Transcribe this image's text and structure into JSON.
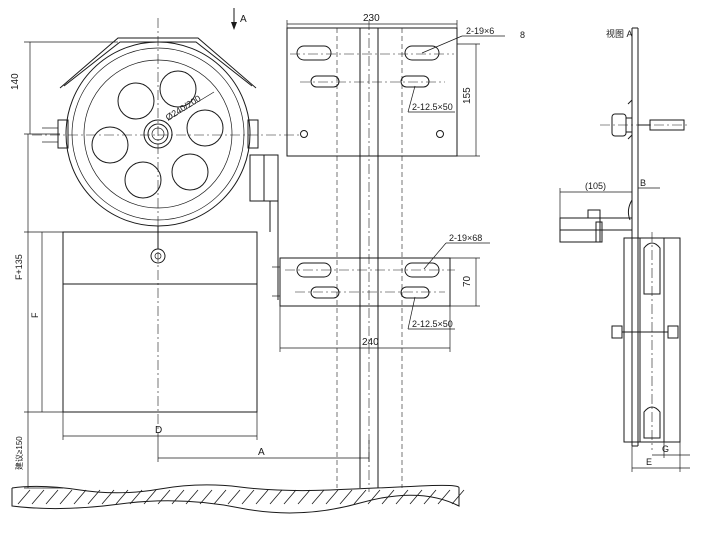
{
  "labels": {
    "view_arrow": "A",
    "view_a_title": "视图 A",
    "sheet_mark": "8",
    "dim_230": "230",
    "dim_140": "140",
    "dim_155": "155",
    "dim_70": "70",
    "dim_240": "240",
    "slot_top": "2-19×6",
    "slot_bottom": "2-19×68",
    "slot_small_top": "2-12.5×50",
    "slot_small_bottom": "2-12.5×50",
    "wheel_dia": "Ø240/200",
    "dim_f135": "F+135",
    "dim_f": "F",
    "dim_d": "D",
    "dim_a": "A",
    "dim_min150": "建议≥150",
    "dim_105": "(105)",
    "dim_b": "B",
    "dim_g": "G",
    "dim_e": "E"
  }
}
